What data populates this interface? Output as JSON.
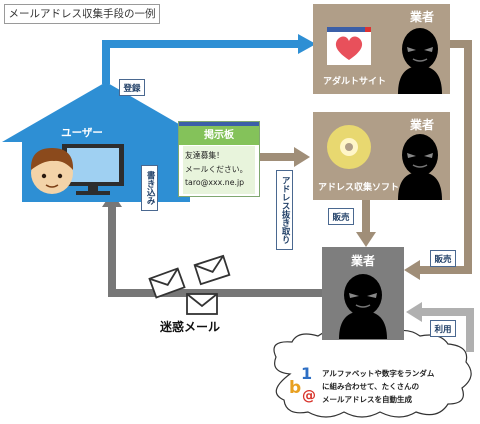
{
  "title": "メールアドレス収集手段の一例",
  "user_label": "ユーザー",
  "tags": {
    "register": "登録",
    "post": "書き込み",
    "extract": "アドレス抜き取り",
    "sell_1": "販売",
    "sell_2": "販売",
    "use": "利用"
  },
  "vendors": {
    "adult": {
      "title": "業者",
      "site_label": "アダルトサイト"
    },
    "collect": {
      "title": "業者",
      "soft_label": "アドレス収集ソフト"
    },
    "spam": {
      "title": "業者"
    }
  },
  "board": {
    "title": "掲示板",
    "lines": [
      "友達募集！",
      "メールください。",
      "taro@xxx.ne.jp"
    ]
  },
  "spam_label": "迷惑メール",
  "cloud": {
    "glyphs": [
      "b",
      "1",
      "@"
    ],
    "lines": [
      "アルファベットや数字をランダム",
      "に組み合わせて、たくさんの",
      "メールアドレスを自動生成"
    ]
  },
  "colors": {
    "blue_arrow": "#2e8fd4",
    "brown_arrow": "#a08e78",
    "gray_arrow": "#777777",
    "light_arrow": "#b0b0b0",
    "house": "#2e8fd4",
    "vendor_tan": "#b09e88",
    "vendor_gray": "#7e7e7e"
  }
}
